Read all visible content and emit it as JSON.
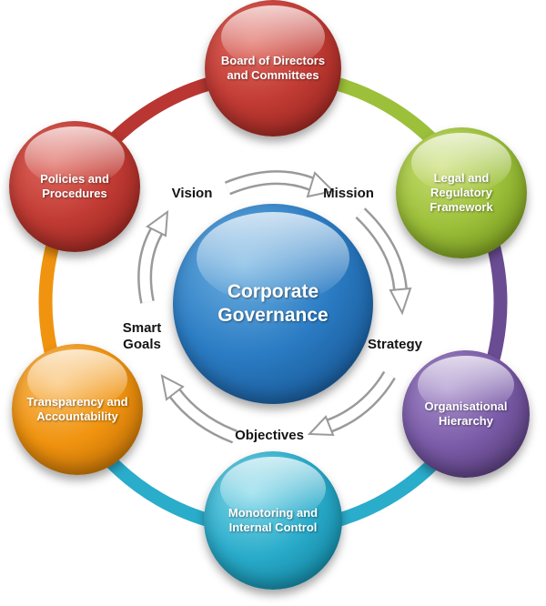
{
  "diagram": {
    "center": {
      "label": "Corporate Governance",
      "color": "#2b7cc4"
    },
    "nodes": [
      {
        "id": "board",
        "label": "Board of Directors and Committees",
        "color": "#c13b34"
      },
      {
        "id": "legal",
        "label": "Legal and Regulatory Framework",
        "color": "#9cc03a"
      },
      {
        "id": "hierarchy",
        "label": "Organisational Hierarchy",
        "color": "#7a5ba8"
      },
      {
        "id": "monitoring",
        "label": "Monotoring and Internal Control",
        "color": "#2aaccb"
      },
      {
        "id": "transparency",
        "label": "Transparency and Accountability",
        "color": "#f0930f"
      },
      {
        "id": "policies",
        "label": "Policies and Procedures",
        "color": "#c13b34"
      }
    ],
    "cycle_labels": [
      "Vision",
      "Mission",
      "Strategy",
      "Objectives",
      "Smart Goals"
    ]
  }
}
